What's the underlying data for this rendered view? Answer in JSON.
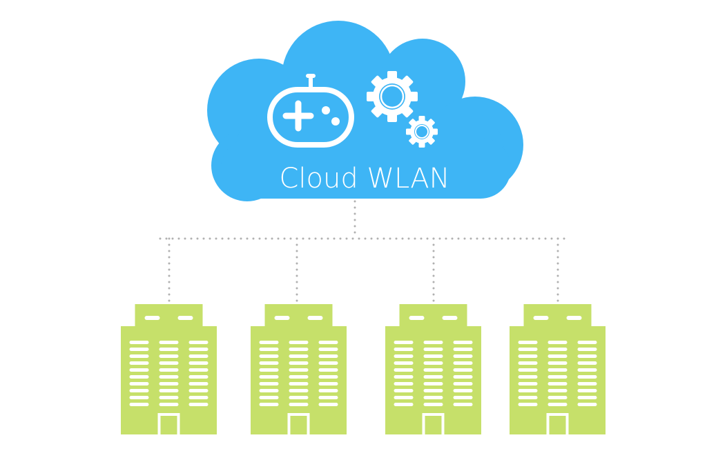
{
  "cloud": {
    "label": "Cloud WLAN",
    "fill": "#3eb5f5",
    "icons": [
      "gamepad-icon",
      "gear-icon",
      "gear-icon"
    ]
  },
  "buildings": {
    "count": 4,
    "fill": "#c6e06a",
    "detail": "#ffffff"
  },
  "connectors": {
    "style": "dotted",
    "color": "#b0b0b0"
  }
}
